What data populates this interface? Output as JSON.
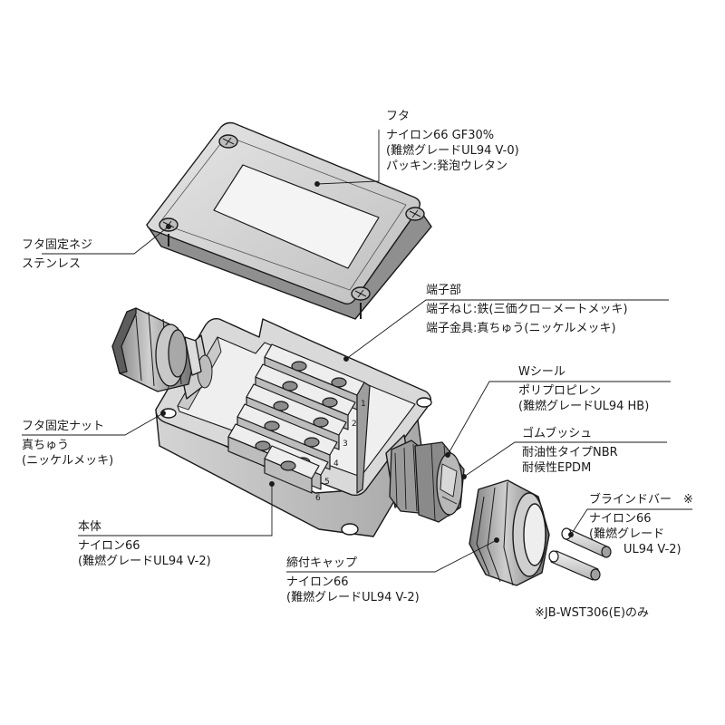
{
  "labels": {
    "lid": {
      "title": "フタ",
      "lines": [
        "ナイロン66 GF30%",
        "(難燃グレードUL94 V-0)",
        "パッキン:発泡ウレタン"
      ]
    },
    "lid_screw": {
      "title": "フタ固定ネジ",
      "lines": [
        "ステンレス"
      ]
    },
    "terminal": {
      "title": "端子部",
      "lines": [
        "端子ねじ:鉄(三価クロ－メートメッキ)",
        "端子金具:真ちゅう(ニッケルメッキ)"
      ]
    },
    "w_seal": {
      "title": "Wシール",
      "lines": [
        "ポリプロピレン",
        "(難燃グレードUL94 HB)"
      ]
    },
    "rubber_bush": {
      "title": "ゴムブッシュ",
      "lines": [
        "耐油性タイプNBR",
        "耐候性EPDM"
      ]
    },
    "lid_nut": {
      "title": "フタ固定ナット",
      "lines": [
        "真ちゅう",
        "(ニッケルメッキ)"
      ]
    },
    "blind_bar": {
      "title": "ブラインドバー　※",
      "lines": [
        "ナイロン66",
        "(難燃グレード",
        "UL94 V-2)"
      ]
    },
    "body": {
      "title": "本体",
      "lines": [
        "ナイロン66",
        "(難燃グレードUL94 V-2)"
      ]
    },
    "cap": {
      "title": "締付キャップ",
      "lines": [
        "ナイロン66",
        "(難燃グレードUL94 V-2)"
      ]
    }
  },
  "footnote": "※JB-WST306(E)のみ",
  "terminal_numbers": [
    "1",
    "2",
    "3",
    "4",
    "5",
    "6"
  ],
  "colors": {
    "line": "#1a1a1a",
    "part_fill": "#d9d9d9",
    "part_dark": "#9a9a9a",
    "part_light": "#f0f0f0",
    "text": "#1a1a1a"
  }
}
